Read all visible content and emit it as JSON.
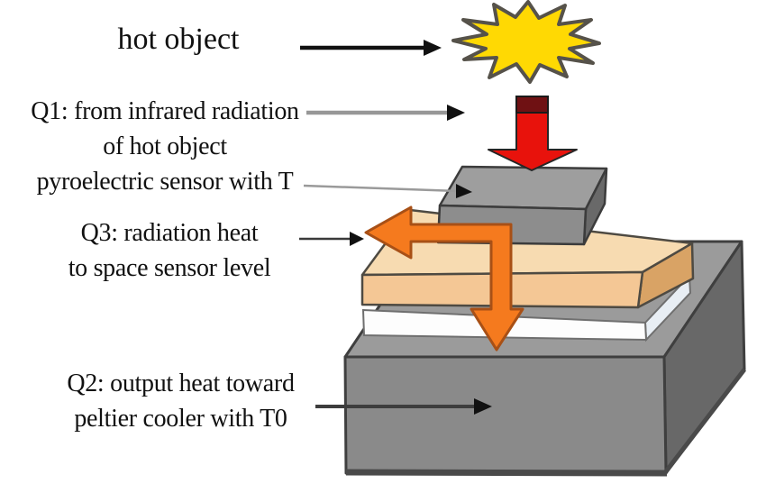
{
  "diagram": {
    "labels": {
      "hot_object": "hot object",
      "q1_line1": "Q1: from infrared radiation",
      "q1_line2": "of hot object",
      "q1_line3": "pyroelectric sensor with T",
      "q3_line1": "Q3: radiation heat",
      "q3_line2": "to space sensor level",
      "q2_line1": "Q2: output heat toward",
      "q2_line2": "peltier cooler with T0"
    },
    "colors": {
      "starburst_yellow": "#FFD903",
      "ir_arrow_red": "#E8120C",
      "ir_arrow_dark_cap": "#6F1113",
      "heat_arrow_orange": "#F57A1E",
      "heat_arrow_outline": "#A85016",
      "sensor_gray_top": "#9E9E9E",
      "sensor_gray_front": "#8D8D8D",
      "sensor_gray_side": "#696969",
      "absorber_tan_top": "#F7DBB1",
      "absorber_tan_front": "#F4C795",
      "absorber_tan_side": "#D9A365",
      "spacer_white_front": "#FDFDFD",
      "spacer_white_side": "#E8EEF4",
      "base_gray_top": "#9B9B9B",
      "base_gray_front": "#8A8A8A",
      "base_gray_side": "#686868"
    }
  }
}
